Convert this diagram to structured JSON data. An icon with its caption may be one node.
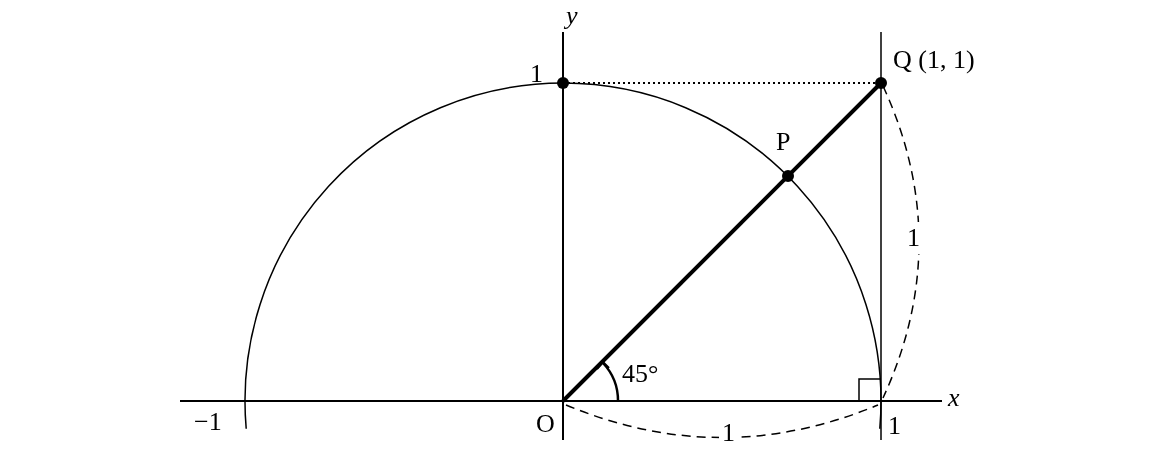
{
  "diagram": {
    "labels": [
      "y",
      "1",
      "Q (1, 1)",
      "P",
      "1",
      "45°",
      "x",
      "−1",
      "O",
      "1",
      "1"
    ]
  }
}
